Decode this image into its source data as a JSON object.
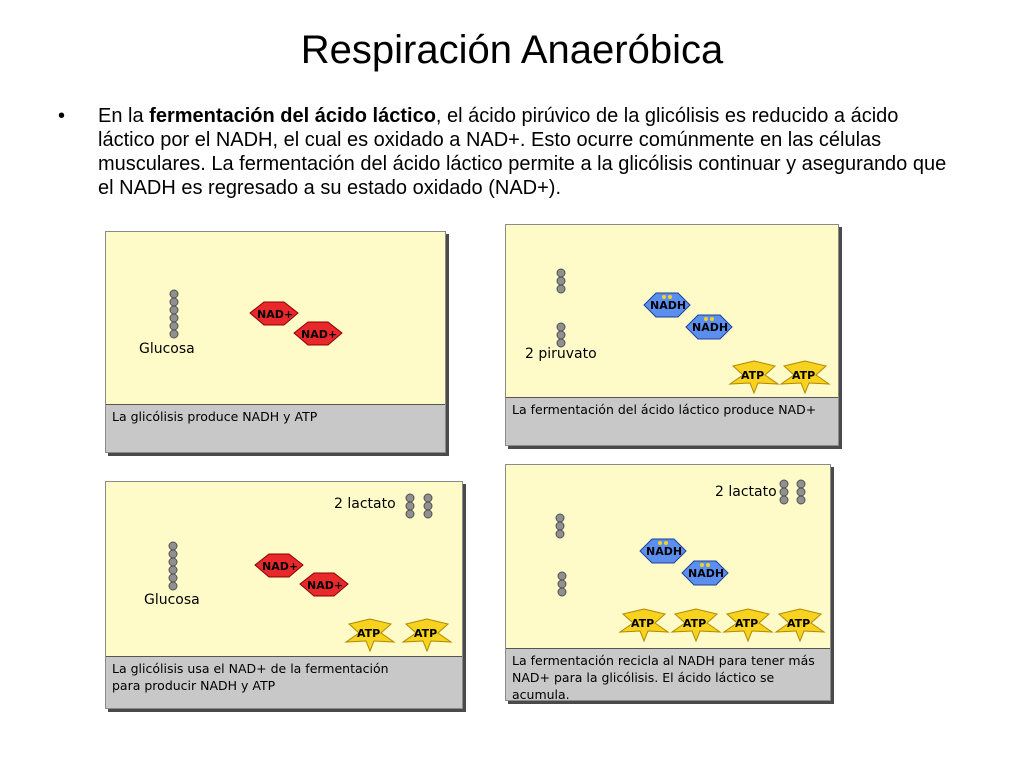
{
  "slide": {
    "title": "Respiración Anaeróbica",
    "bullet": {
      "pre": "En la ",
      "bold": "fermentación del ácido láctico",
      "post": ", el ácido pirúvico de la glicólisis es reducido a ácido láctico por el NADH, el cual es oxidado a NAD+. Esto ocurre comúnmente en las células musculares. La fermentación del ácido láctico permite a la glicólisis continuar y asegurando que el NADH es regresado a su estado oxidado (NAD+)."
    }
  },
  "panels": [
    {
      "caption": "La glicólisis produce NADH y ATP",
      "molecule_label": "Glucosa",
      "nad_labels": [
        "NAD+",
        "NAD+"
      ]
    },
    {
      "caption": "La fermentación del ácido láctico produce NAD+",
      "molecule_label": "2 piruvato",
      "nadh_labels": [
        "NADH",
        "NADH"
      ],
      "atp_labels": [
        "ATP",
        "ATP"
      ]
    },
    {
      "caption_lines": [
        "La glicólisis usa el NAD+ de la fermentación",
        "para producir NADH y ATP"
      ],
      "molecule_label": "Glucosa",
      "lactate_label": "2 lactato",
      "nad_labels": [
        "NAD+",
        "NAD+"
      ],
      "atp_labels": [
        "ATP",
        "ATP"
      ]
    },
    {
      "caption_lines": [
        "La fermentación recicla al NADH para tener más",
        "NAD+ para la glicólisis. El ácido láctico se acumula."
      ],
      "lactate_label": "2 lactato",
      "nadh_labels": [
        "NADH",
        "NADH"
      ],
      "atp_labels": [
        "ATP",
        "ATP",
        "ATP",
        "ATP"
      ]
    }
  ],
  "colors": {
    "panel_bg": "#fffbc9",
    "caption_bg": "#c8c8c8",
    "nad": "#e8282a",
    "nadh": "#5a8ff0",
    "atp": "#f7d21e",
    "chain": "#909090"
  }
}
